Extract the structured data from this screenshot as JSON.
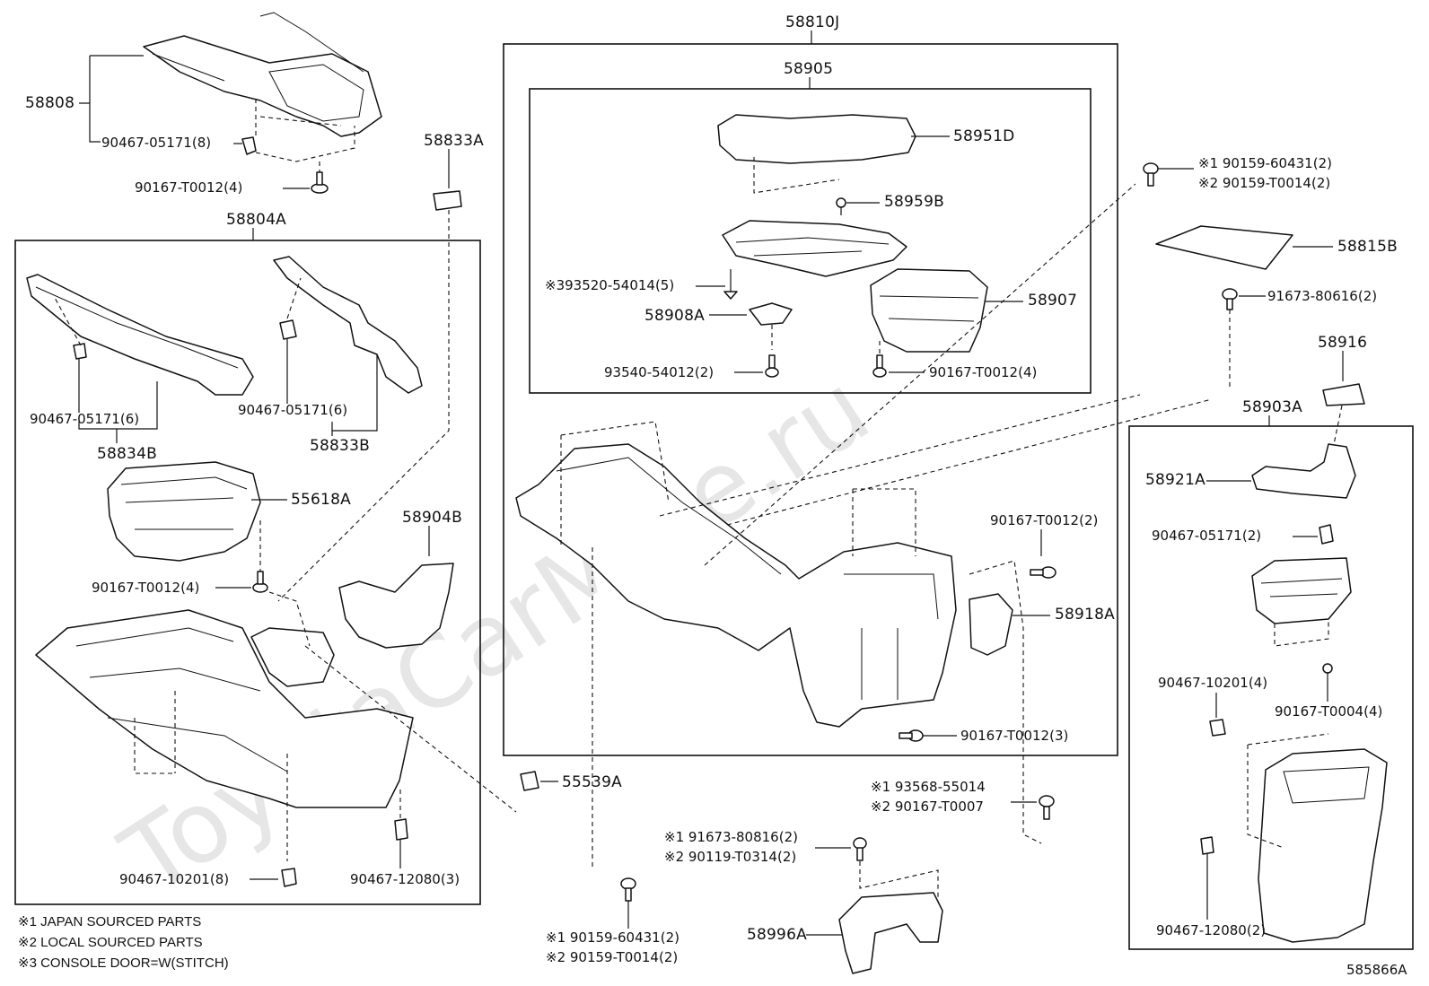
{
  "diagram": {
    "watermark": "ToyotaCarMine.ru",
    "figure_id": "585866A",
    "notes": [
      "※1 JAPAN SOURCED PARTS",
      "※2 LOCAL SOURCED PARTS",
      "※3 CONSOLE DOOR=W(STITCH)"
    ],
    "groups": {
      "g_58810J": "58810J",
      "g_58905": "58905",
      "g_58804A": "58804A",
      "g_58903A": "58903A"
    },
    "labels": {
      "p58808": "58808",
      "p58808_clip": "90467-05171(8)",
      "p58808_screw": "90167-T0012(4)",
      "p58833A": "58833A",
      "p58834B_clip": "90467-05171(6)",
      "p58833B_clip": "90467-05171(6)",
      "p58834B": "58834B",
      "p58833B": "58833B",
      "p55618A": "55618A",
      "p55618A_screw": "90167-T0012(4)",
      "p58904B": "58904B",
      "p90467_10201_8": "90467-10201(8)",
      "p90467_12080_3": "90467-12080(3)",
      "p58951D": "58951D",
      "p58959B": "58959B",
      "p93520": "※393520-54014(5)",
      "p58907": "58907",
      "p58908A": "58908A",
      "p93540": "93540-54012(2)",
      "p90167_T0012_4b": "90167-T0012(4)",
      "p90167_T0012_2": "90167-T0012(2)",
      "p58918A": "58918A",
      "p90167_T0012_3": "90167-T0012(3)",
      "p55539A": "55539A",
      "p93568_1": "※1 93568-55014",
      "p93568_2": "※2 90167-T0007",
      "p91673_80816": "※1 91673-80816(2)",
      "p90119": "※2 90119-T0314(2)",
      "p58996A": "58996A",
      "p90159_bot_1": "※1 90159-60431(2)",
      "p90159_bot_2": "※2 90159-T0014(2)",
      "p90159_top_1": "※1 90159-60431(2)",
      "p90159_top_2": "※2 90159-T0014(2)",
      "p58815B": "58815B",
      "p91673_80616": "91673-80616(2)",
      "p58916": "58916",
      "p58921A": "58921A",
      "p90467_05171_2": "90467-05171(2)",
      "p90467_10201_4": "90467-10201(4)",
      "p90167_T0004": "90167-T0004(4)",
      "p90467_12080_2": "90467-12080(2)"
    }
  }
}
